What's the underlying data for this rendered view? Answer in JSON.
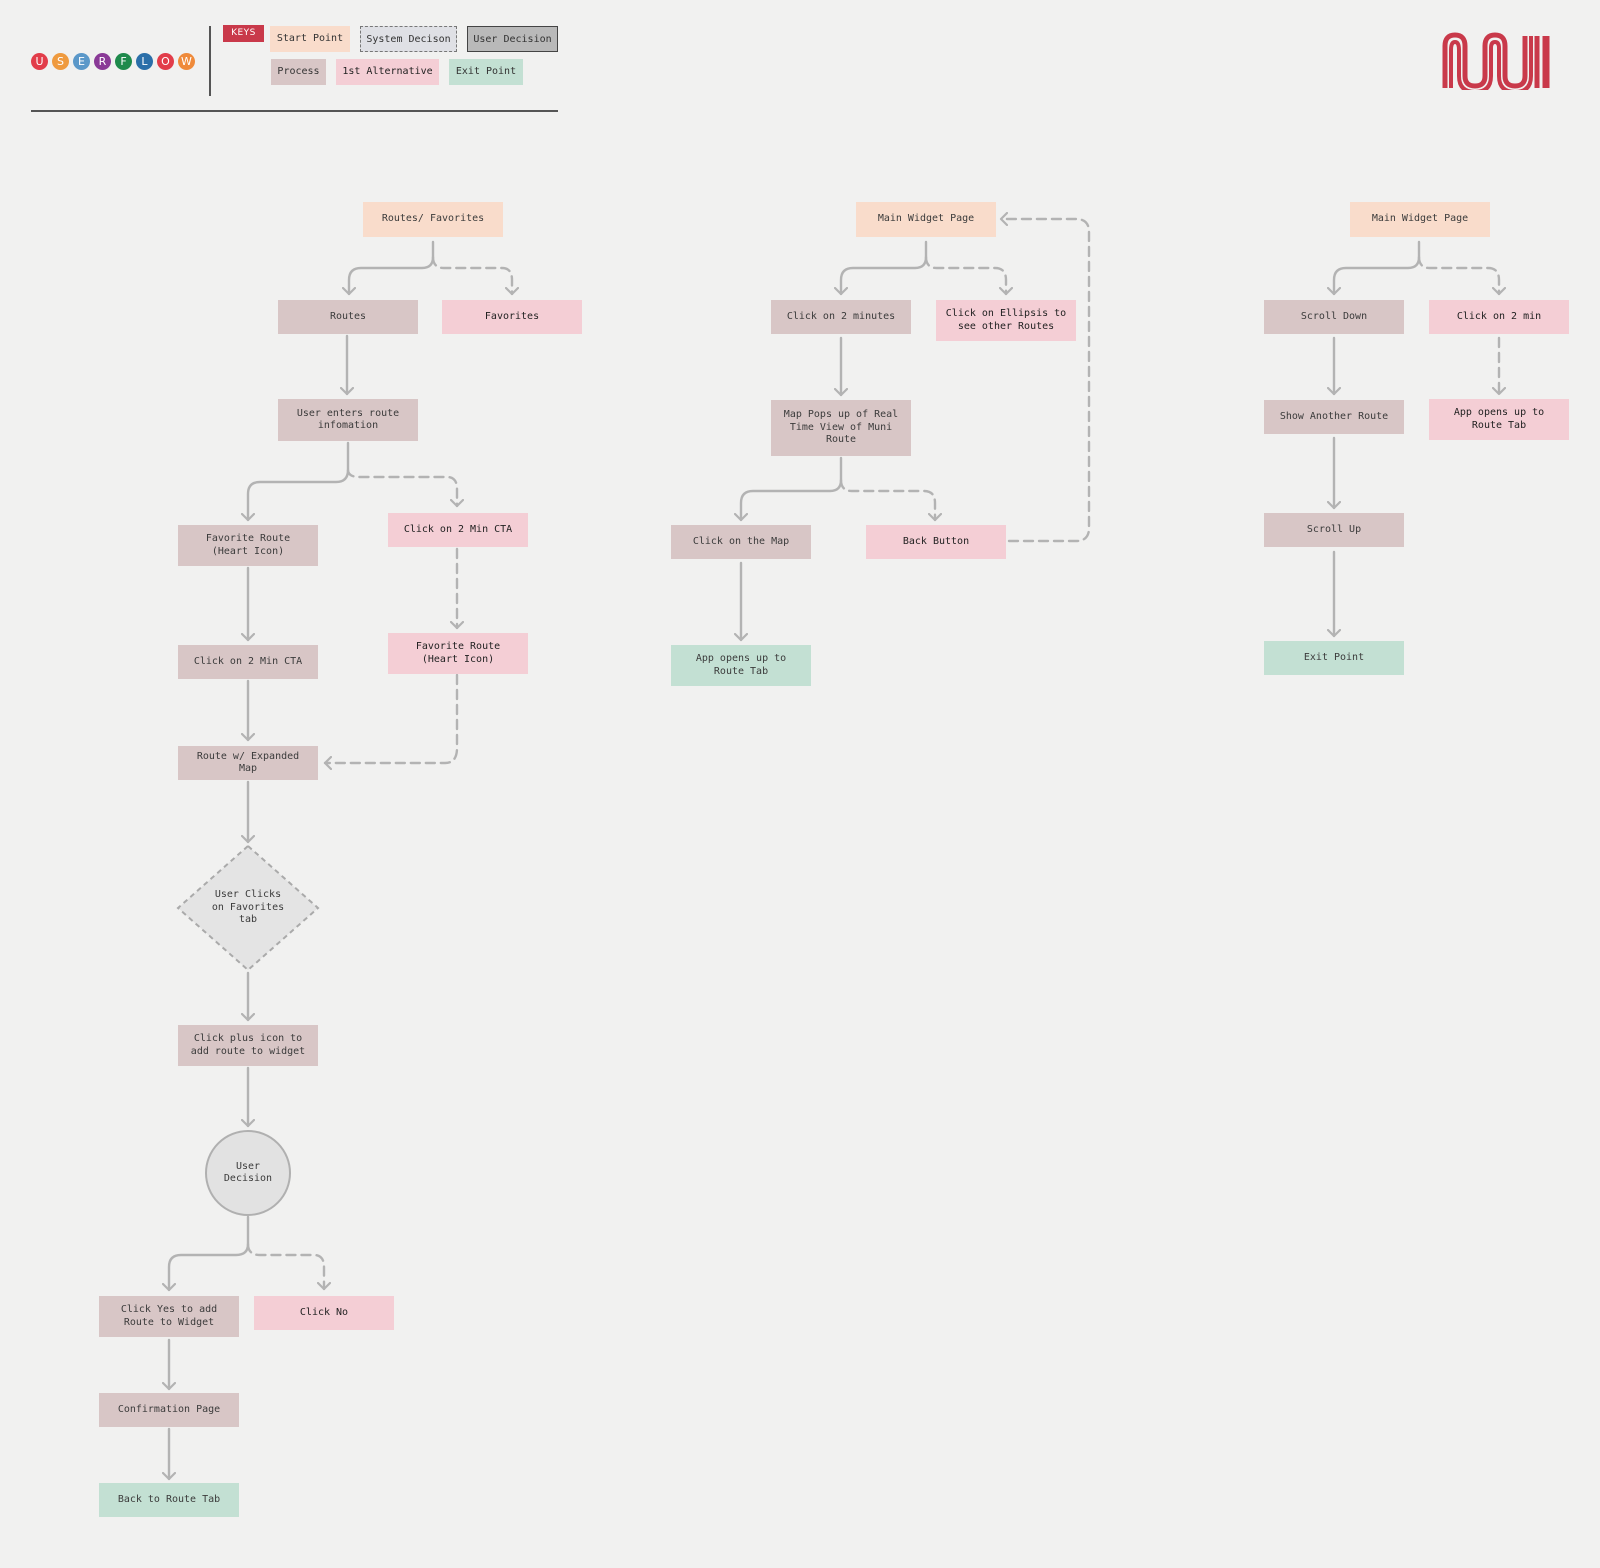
{
  "header": {
    "userflow_letters": [
      "U",
      "S",
      "E",
      "R",
      "F",
      "L",
      "O",
      "W"
    ],
    "userflow_colors": [
      "#e23d4a",
      "#ef9a3e",
      "#5b98c9",
      "#8a3a97",
      "#1f8a4c",
      "#2b6fa9",
      "#e23d4a",
      "#ef8a3a"
    ],
    "keys_label": "KEYS",
    "legend": {
      "start_point": "Start Point",
      "system_decision": "System Decison",
      "user_decision": "User Decision",
      "process": "Process",
      "first_alternative": "1st Alternative",
      "exit_point": "Exit Point"
    }
  },
  "logo": {
    "name": "muni-logo",
    "color": "#c9394a"
  },
  "colors": {
    "start": "#f9dccb",
    "process": "#d8c6c6",
    "alternative": "#f4ced5",
    "exit": "#c3e0d3",
    "connector": "#b3b3b3"
  },
  "flow1": {
    "start": "Routes/ Favorites",
    "routes": "Routes",
    "favorites": "Favorites",
    "enter_info": "User enters route infomation",
    "fav_route_left": "Favorite Route (Heart Icon)",
    "click_2min_alt": "Click on 2 Min CTA",
    "click_2min_left": "Click on 2 Min CTA",
    "fav_route_alt": "Favorite Route (Heart Icon)",
    "expanded_map": "Route w/ Expanded Map",
    "diamond": "User Clicks on Favorites tab",
    "plus_icon": "Click plus icon to add route to widget",
    "user_decision": "User Decision",
    "click_yes": "Click Yes to add Route to Widget",
    "click_no": "Click No",
    "confirmation": "Confirmation Page",
    "back_to_route": "Back to Route Tab"
  },
  "flow2": {
    "start": "Main Widget Page",
    "click_2min": "Click on 2 minutes",
    "ellipsis": "Click on Ellipsis to see other Routes",
    "map_pops": "Map Pops up of Real Time View of Muni Route",
    "click_map": "Click on the Map",
    "back_button": "Back Button",
    "app_opens": "App opens up to Route Tab"
  },
  "flow3": {
    "start": "Main Widget Page",
    "scroll_down": "Scroll Down",
    "click_2min": "Click on 2 min",
    "show_another": "Show Another Route",
    "app_opens": "App opens up to Route Tab",
    "scroll_up": "Scroll Up",
    "exit": "Exit Point"
  }
}
